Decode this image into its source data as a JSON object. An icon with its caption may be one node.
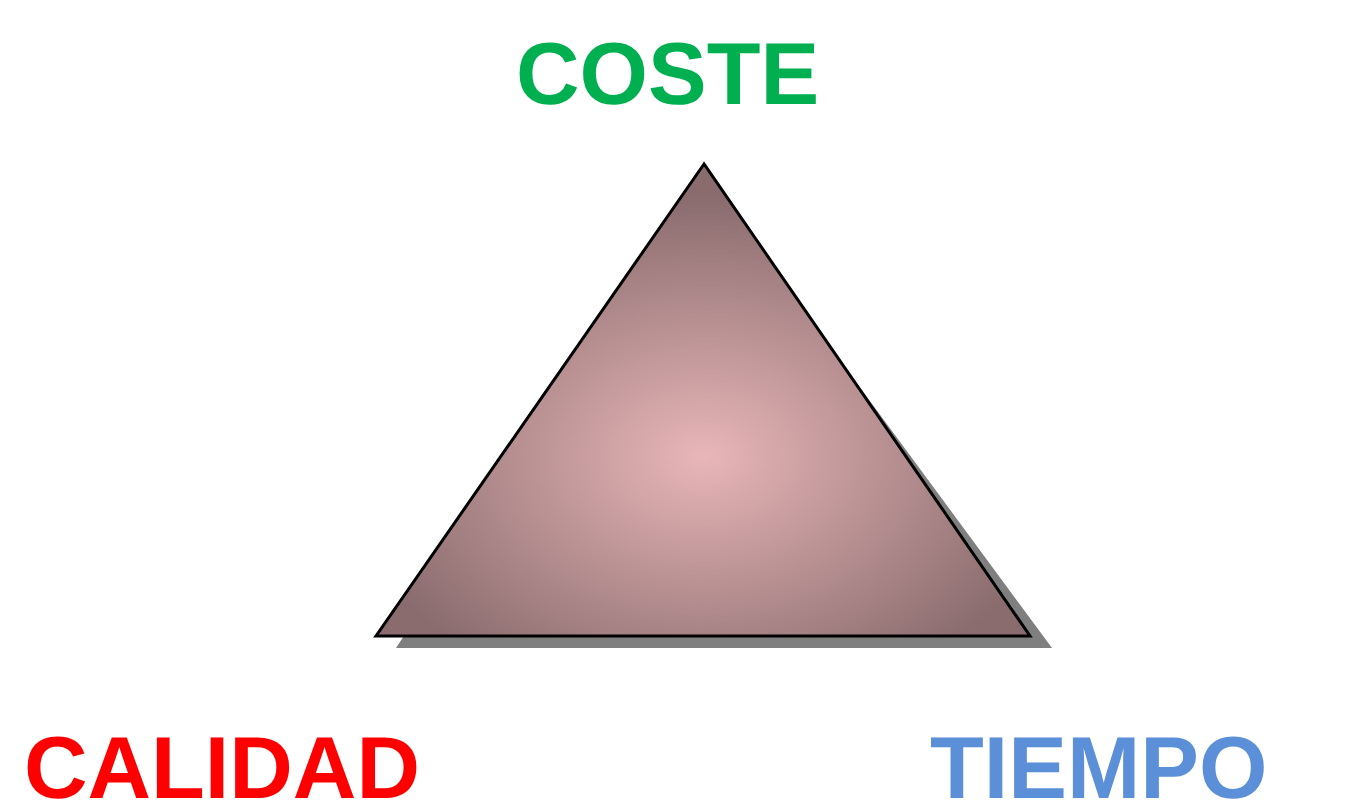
{
  "diagram": {
    "nodes": [
      {
        "text": [],
        "shape": "triangle"
      }
    ],
    "labels": [
      "COSTE",
      "CALIDAD",
      "TIEMPO"
    ]
  }
}
